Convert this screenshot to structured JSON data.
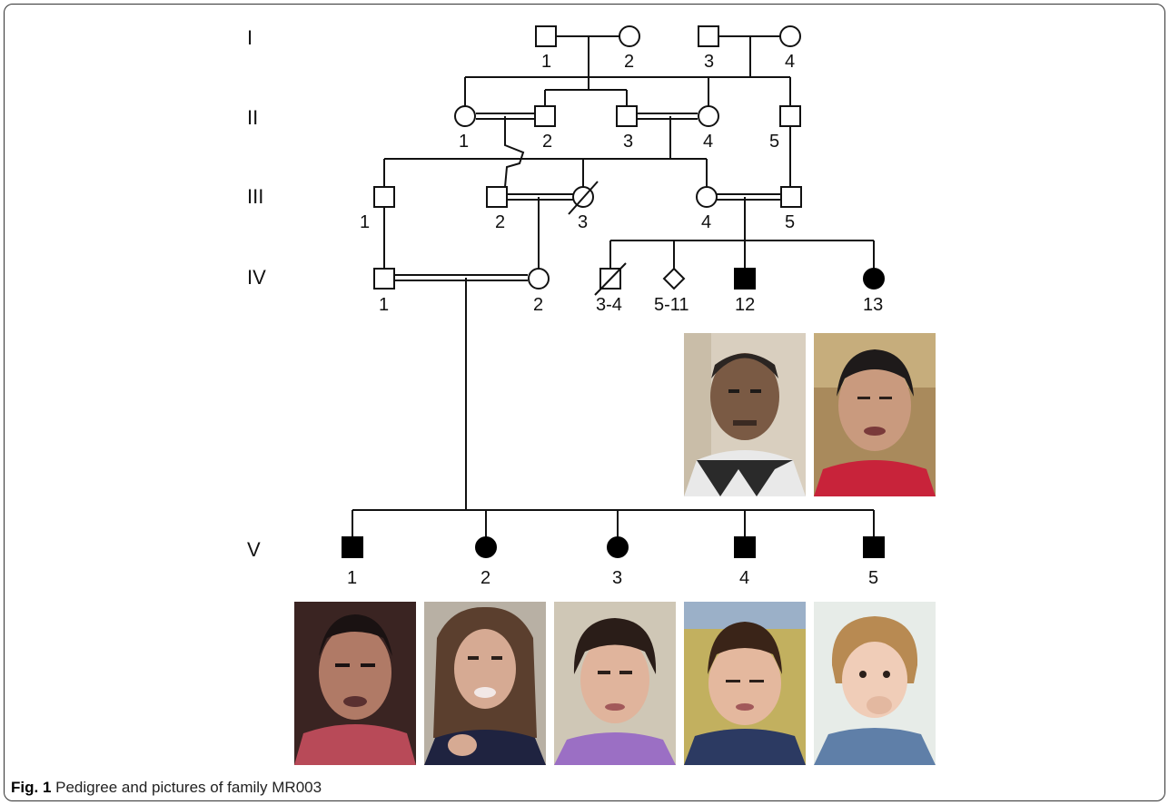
{
  "figure": {
    "caption_label": "Fig. 1",
    "caption_text": "Pedigree and pictures of family MR003"
  },
  "generations": [
    "I",
    "II",
    "III",
    "IV",
    "V"
  ],
  "individuals": {
    "I": [
      "1",
      "2",
      "3",
      "4"
    ],
    "II": [
      "1",
      "2",
      "3",
      "4",
      "5"
    ],
    "III": [
      "1",
      "2",
      "3",
      "4",
      "5"
    ],
    "IV": [
      "1",
      "2",
      "3-4",
      "5-11",
      "12",
      "13"
    ],
    "V": [
      "1",
      "2",
      "3",
      "4",
      "5"
    ]
  },
  "colors": {
    "line": "#111111",
    "affected_fill": "#000000",
    "unaffected_fill": "#ffffff"
  },
  "photos": {
    "generation_IV": [
      "IV-12",
      "IV-13"
    ],
    "generation_V": [
      "V-1",
      "V-2",
      "V-3",
      "V-4",
      "V-5"
    ]
  }
}
